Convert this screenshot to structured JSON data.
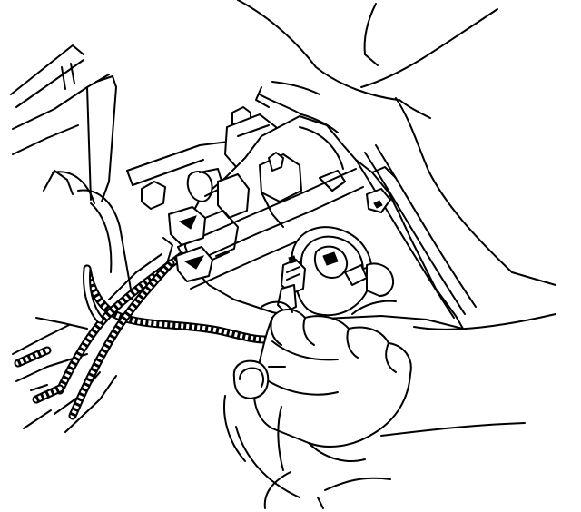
{
  "illustration": {
    "style": "black line art on white background",
    "parts": [
      "headlamp-housing",
      "bulb-socket",
      "bulb",
      "wiring-harness",
      "body-panel",
      "left-hand",
      "right-hand"
    ]
  },
  "colors": {
    "line": "#000000",
    "background": "#ffffff"
  }
}
